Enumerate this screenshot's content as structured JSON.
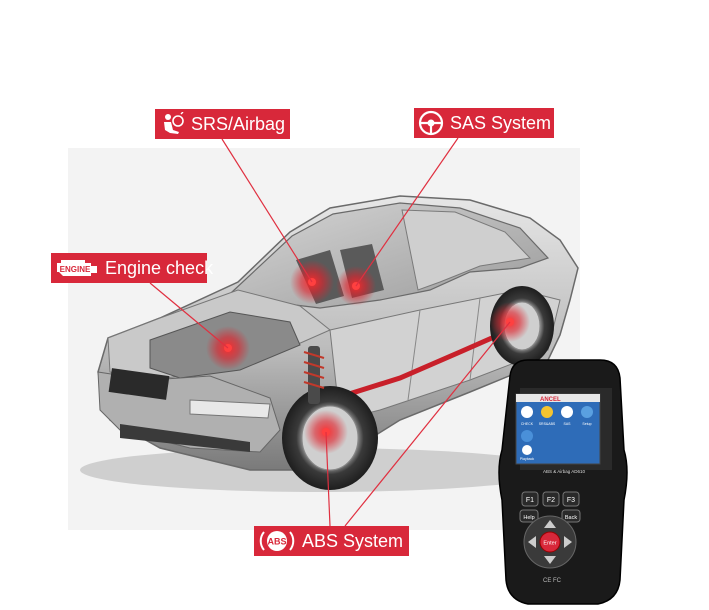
{
  "labels": {
    "srs": "SRS/Airbag",
    "sas": "SAS System",
    "engine": "Engine check",
    "abs": "ABS System"
  },
  "icons": {
    "srs": "airbag-person-icon",
    "sas": "steering-wheel-icon",
    "engine": "engine-warning-icon",
    "abs": "abs-warning-icon",
    "engine_icon_text": "ENGINE",
    "abs_icon_text": "ABS"
  },
  "scanner": {
    "brand": "ANCEL",
    "model": "ABS & Airbag AD610",
    "menu_items": [
      "CHECK",
      "SRS&ABS",
      "SAS",
      "Setup"
    ],
    "row2_items": [
      "Playback"
    ],
    "keys": {
      "f1": "F1",
      "f2": "F2",
      "f3": "F3",
      "help": "Help",
      "back": "Back",
      "enter": "Enter"
    },
    "certs": "CE FC"
  },
  "colors": {
    "accent": "#d8283a",
    "callout_line": "#e03040",
    "device_body": "#1a1a1a"
  }
}
